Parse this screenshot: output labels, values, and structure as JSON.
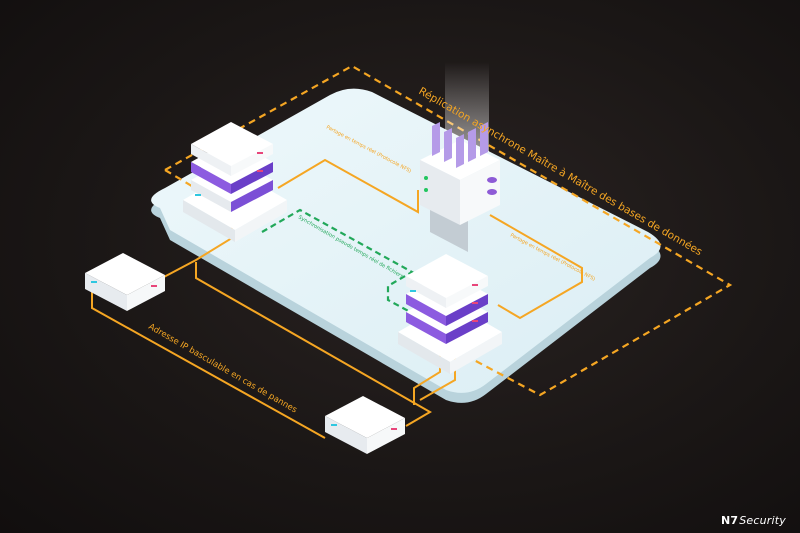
{
  "labels": {
    "async_replication": "Réplication asynchrone Maître à Maître des bases de données",
    "share_nfs_top": "Partage en temps réel (Protocole NFS)",
    "share_nfs_right": "Partage en temps réel (Protocole NFS)",
    "file_sync": "Synchronisation pseudo temps réel de fichiers",
    "failover_ip": "Adresse IP basculable en cas de pannes"
  },
  "brand": {
    "mark": "N7",
    "name": "Security"
  },
  "colors": {
    "orange": "#f5a623",
    "green": "#22a85a",
    "purple": "#7b4fd6",
    "pink": "#e8457a",
    "cyan": "#2fc7e0",
    "platform": "#e6f3f7"
  },
  "nodes": [
    {
      "name": "web-server-left-icon"
    },
    {
      "name": "db-server-center-icon"
    },
    {
      "name": "web-server-right-icon"
    },
    {
      "name": "load-balancer-left-icon"
    },
    {
      "name": "load-balancer-bottom-icon"
    }
  ]
}
